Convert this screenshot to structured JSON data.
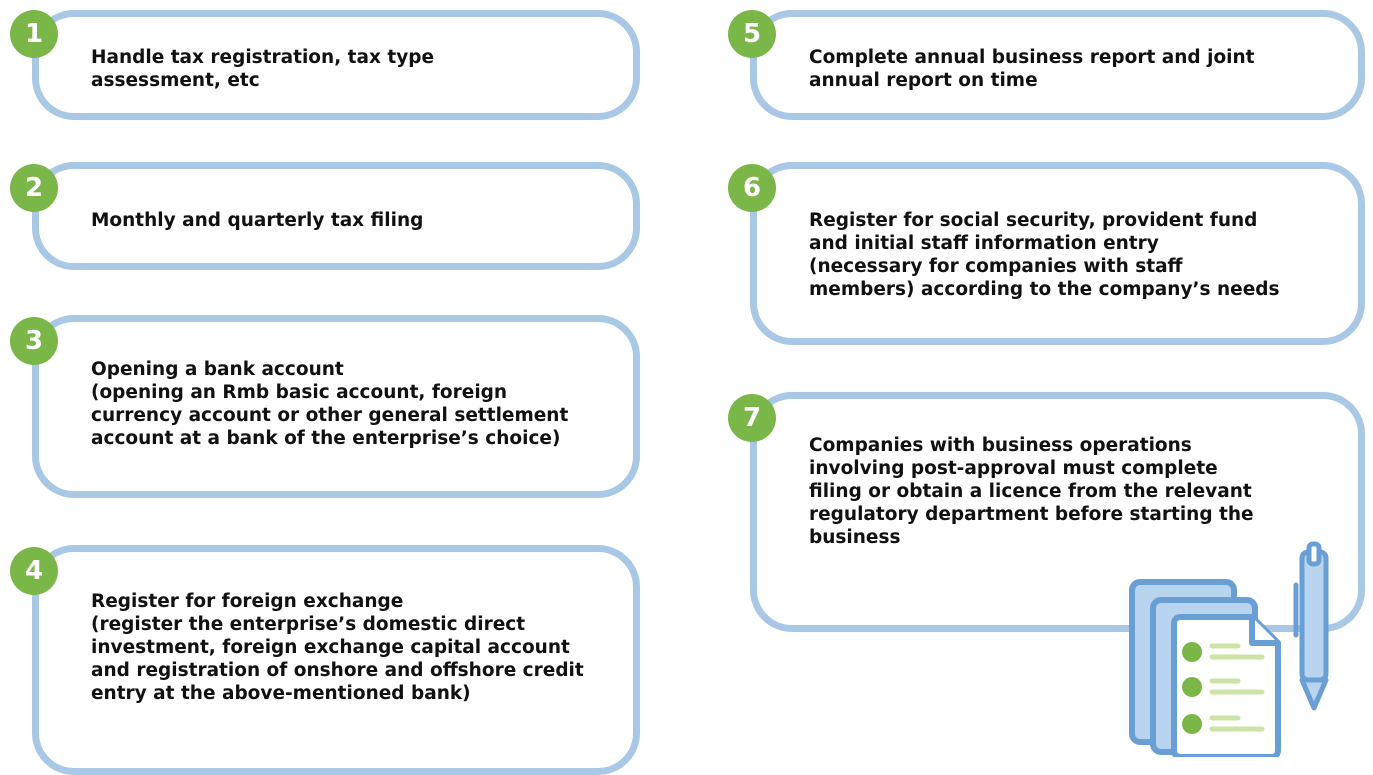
{
  "steps": [
    {
      "number": "1",
      "text": "Handle tax registration, tax type\nassessment, etc"
    },
    {
      "number": "2",
      "text": "Monthly and quarterly tax filing"
    },
    {
      "number": "3",
      "text": "Opening a bank account\n(opening an Rmb basic account, foreign\ncurrency account or other general settlement\naccount at a bank of the enterprise’s choice)"
    },
    {
      "number": "4",
      "text": "Register for foreign exchange\n(register the enterprise’s domestic direct\ninvestment, foreign exchange capital account\nand registration of onshore and offshore credit\nentry at the above-mentioned bank)"
    },
    {
      "number": "5",
      "text": "Complete annual business report and joint\nannual report on time"
    },
    {
      "number": "6",
      "text": "Register for social security, provident fund\nand initial staff information entry\n(necessary for companies with staff\nmembers) according to the company’s needs"
    },
    {
      "number": "7",
      "text": "Companies with business operations\ninvolving post-approval must complete\nfiling or obtain a licence from the relevant\nregulatory department before starting the\nbusiness"
    }
  ],
  "colors": {
    "card_border": "#a9c8e5",
    "badge": "#7ab648",
    "icon_blue": "#6a9fd6",
    "icon_fill": "#b9d4ee",
    "icon_green": "#7ab648",
    "icon_line": "#cde3a8"
  },
  "illustration": {
    "icon": "documents-with-pen-icon"
  }
}
